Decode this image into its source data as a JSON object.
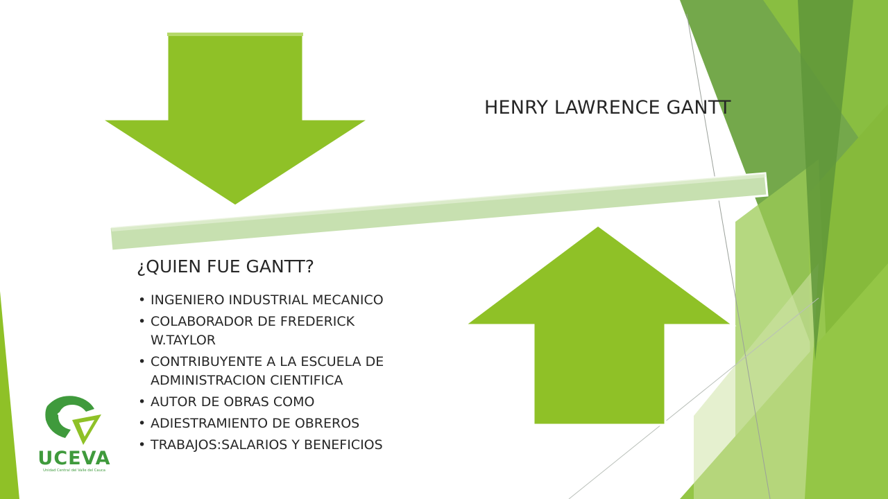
{
  "slide": {
    "title": "HENRY LAWRENCE GANTT",
    "heading": "¿QUIEN FUE GANTT?",
    "bullets": [
      "INGENIERO INDUSTRIAL MECANICO",
      "COLABORADOR DE FREDERICK W.TAYLOR",
      "CONTRIBUYENTE A LA ESCUELA DE ADMINISTRACION CIENTIFICA",
      "AUTOR DE OBRAS COMO",
      "ADIESTRAMIENTO DE OBREROS",
      "TRABAJOS:SALARIOS Y BENEFICIOS"
    ]
  },
  "logo": {
    "name": "UCEVA",
    "subtitle": "Unidad Central del Valle del Cauca"
  },
  "colors": {
    "arrow_fill": "#8fc127",
    "bar_fill": "#c7e0b0",
    "accent_green": "#3f9a3c",
    "text": "#262626"
  },
  "icons": [
    "down-arrow-shape",
    "up-arrow-shape",
    "uceva-logo-icon"
  ]
}
